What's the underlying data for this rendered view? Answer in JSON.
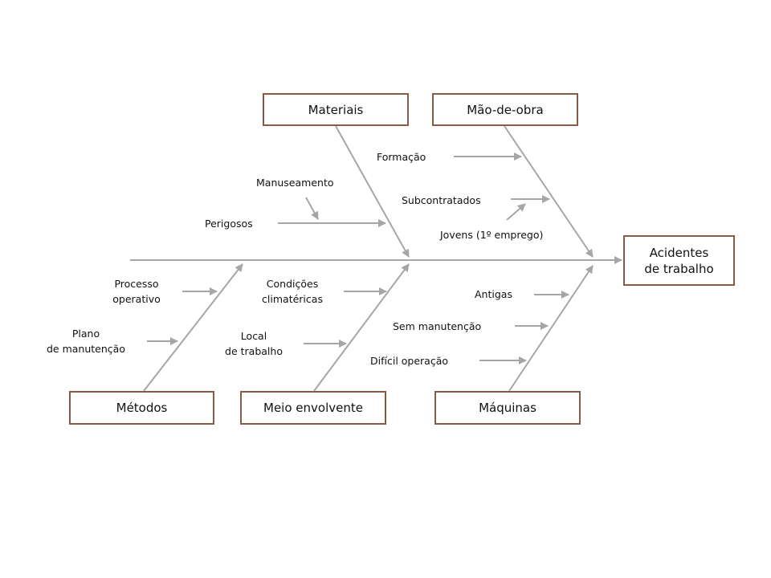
{
  "effect": "Acidentes\nde trabalho",
  "categories": {
    "materiais": "Materiais",
    "mao_de_obra": "Mão-de-obra",
    "metodos": "Métodos",
    "meio_envolvente": "Meio envolvente",
    "maquinas": "Máquinas"
  },
  "causes": {
    "materiais": [
      "Manuseamento",
      "Perigosos"
    ],
    "mao_de_obra": [
      "Formação",
      "Subcontratados",
      "Jovens (1º emprego)"
    ],
    "metodos": [
      "Processo\noperativo",
      "Plano\nde manutenção"
    ],
    "meio_envolvente": [
      "Condições\nclimatéricas",
      "Local\nde trabalho"
    ],
    "maquinas": [
      "Antigas",
      "Sem manutenção",
      "Difícil operação"
    ]
  },
  "colors": {
    "line": "#a6a6a6",
    "box_border": "#8a5a44",
    "text": "#111111"
  }
}
